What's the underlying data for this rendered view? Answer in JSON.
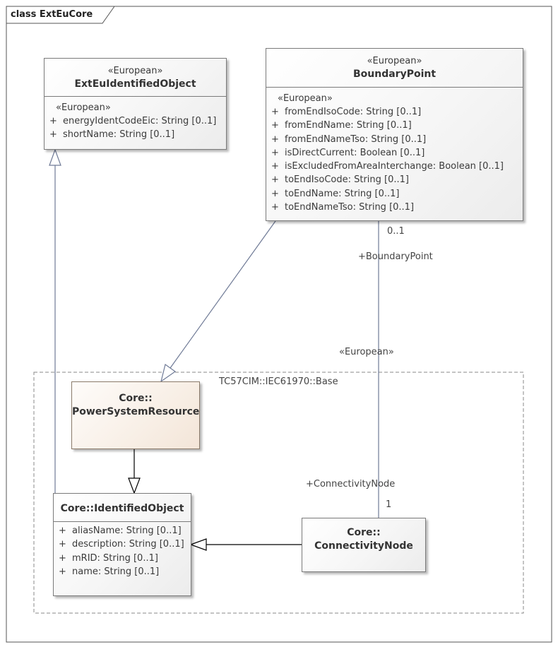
{
  "frame": {
    "title": "class ExtEuCore"
  },
  "package": {
    "name": "TC57CIM::IEC61970::Base"
  },
  "classes": {
    "ext_eu": {
      "stereotype": "«European»",
      "name": "ExtEuIdentifiedObject",
      "attr_stereotype": "«European»",
      "attributes": [
        {
          "vis": "+",
          "text": "energyIdentCodeEic: String [0..1]"
        },
        {
          "vis": "+",
          "text": "shortName: String [0..1]"
        }
      ]
    },
    "boundary": {
      "stereotype": "«European»",
      "name": "BoundaryPoint",
      "attr_stereotype": "«European»",
      "attributes": [
        {
          "vis": "+",
          "text": "fromEndIsoCode: String [0..1]"
        },
        {
          "vis": "+",
          "text": "fromEndName: String [0..1]"
        },
        {
          "vis": "+",
          "text": "fromEndNameTso: String [0..1]"
        },
        {
          "vis": "+",
          "text": "isDirectCurrent: Boolean [0..1]"
        },
        {
          "vis": "+",
          "text": "isExcludedFromAreaInterchange: Boolean [0..1]"
        },
        {
          "vis": "+",
          "text": "toEndIsoCode: String [0..1]"
        },
        {
          "vis": "+",
          "text": "toEndName: String [0..1]"
        },
        {
          "vis": "+",
          "text": "toEndNameTso: String [0..1]"
        }
      ]
    },
    "psr": {
      "line1": "Core::",
      "line2": "PowerSystemResource"
    },
    "identified": {
      "name": "Core::IdentifiedObject",
      "attributes": [
        {
          "vis": "+",
          "text": "aliasName: String [0..1]"
        },
        {
          "vis": "+",
          "text": "description: String [0..1]"
        },
        {
          "vis": "+",
          "text": "mRID: String [0..1]"
        },
        {
          "vis": "+",
          "text": "name: String [0..1]"
        }
      ]
    },
    "cn": {
      "line1": "Core::",
      "line2": "ConnectivityNode"
    }
  },
  "association": {
    "mult_boundary": "0..1",
    "role_boundary": "+BoundaryPoint",
    "stereotype": "«European»",
    "role_cn": "+ConnectivityNode",
    "mult_cn": "1"
  },
  "colors": {
    "line": "#6f7a96",
    "box_border": "#7a7a7a",
    "psr_fill": "#f8efe6"
  }
}
